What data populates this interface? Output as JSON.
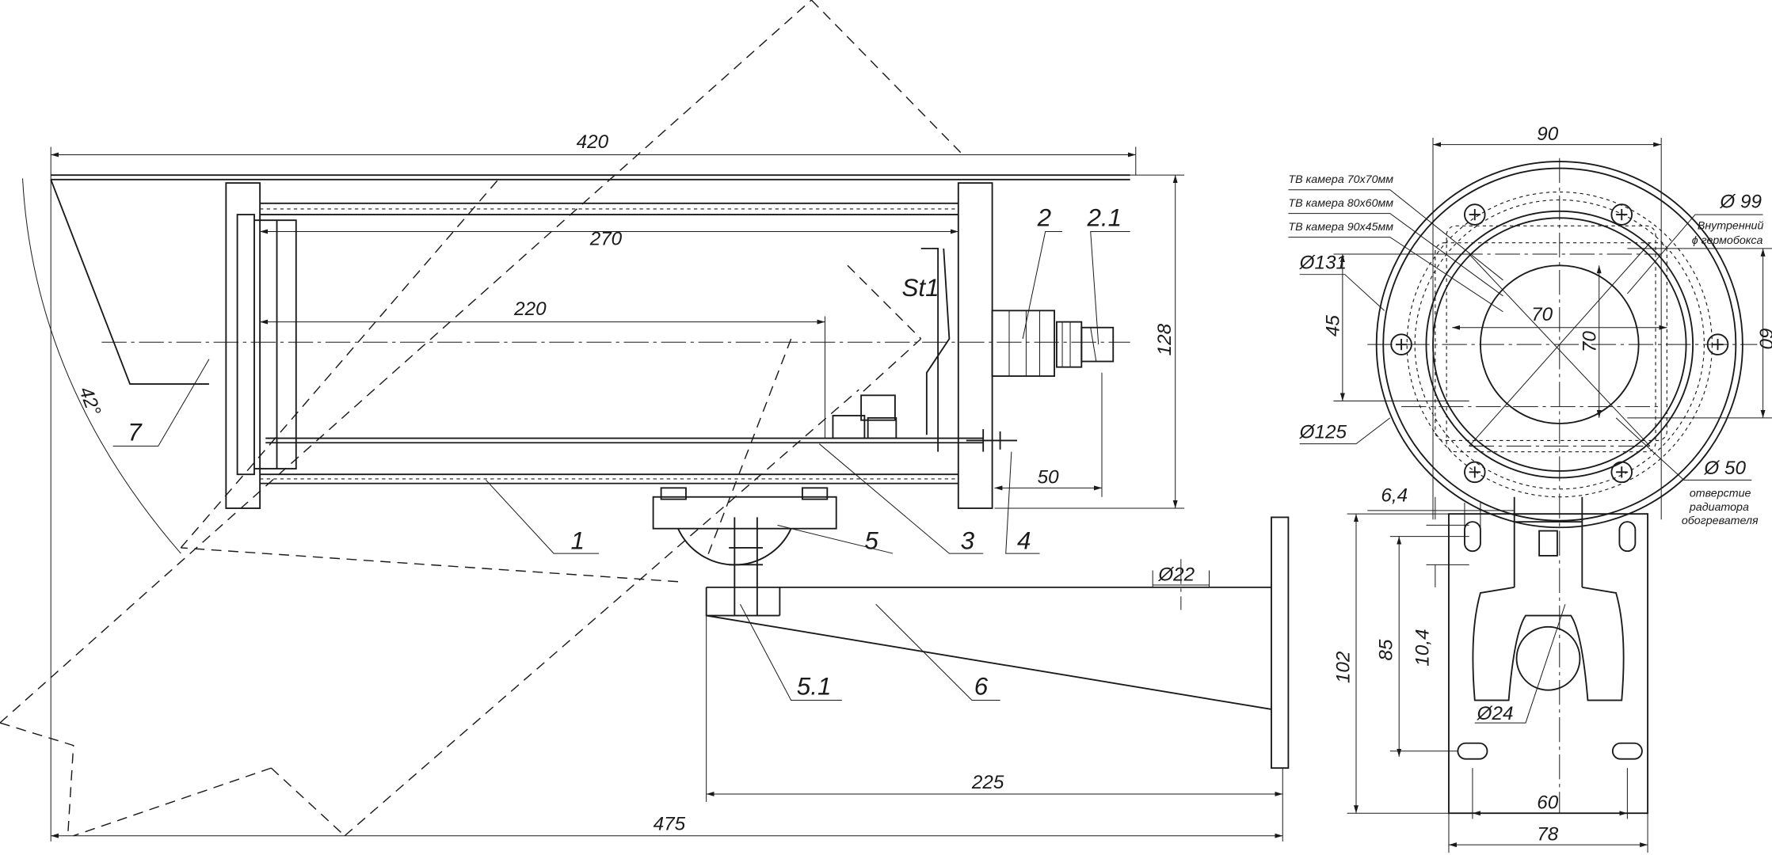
{
  "drawing": {
    "side_view": {
      "dims": {
        "d420": "420",
        "d270": "270",
        "d220": "220",
        "d128": "128",
        "d50": "50",
        "d225": "225",
        "d475": "475",
        "d22": "Ø22",
        "angle": "42°"
      },
      "labels": {
        "p1": "1",
        "p2": "2",
        "p21": "2.1",
        "p3": "3",
        "p4": "4",
        "p5": "5",
        "p51": "5.1",
        "p6": "6",
        "p7": "7",
        "st1": "St1"
      }
    },
    "front_view": {
      "dims": {
        "d90": "90",
        "d99": "Ø 99",
        "d131": "Ø131",
        "d125": "Ø125",
        "d45": "45",
        "d60": "60",
        "d70h": "70",
        "d70v": "70",
        "d50": "Ø 50",
        "d64": "6,4",
        "d104": "10,4",
        "d102": "102",
        "d85": "85",
        "d24": "Ø24",
        "d60b": "60",
        "d78": "78"
      },
      "notes": {
        "cam70": "ТВ камера 70x70мм",
        "cam80": "ТВ камера 80x60мм",
        "cam90": "ТВ камера 90x45мм",
        "inner1": "Внутренний",
        "inner2": "ϕ гермобокса",
        "hole1": "отверстие",
        "hole2": "радиатора",
        "hole3": "обогревателя"
      }
    }
  }
}
